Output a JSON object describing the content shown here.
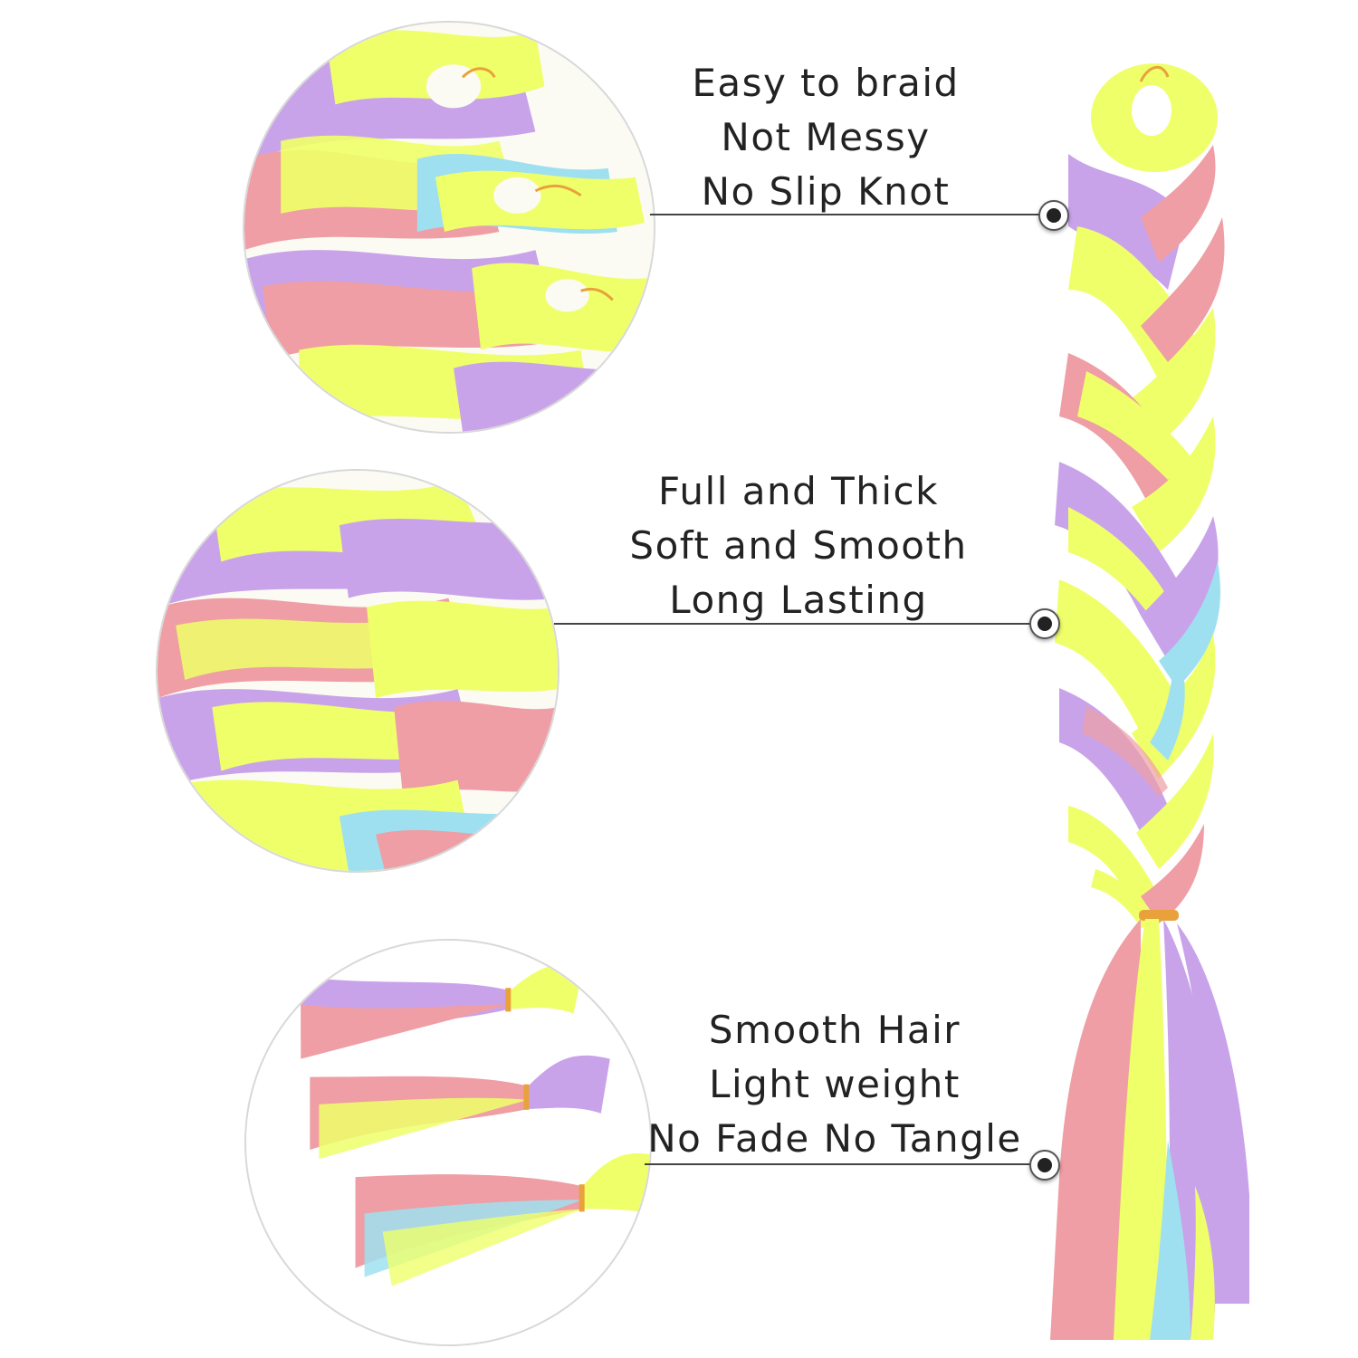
{
  "features": [
    {
      "lines": [
        "Easy to braid",
        "Not Messy",
        "No Slip Knot"
      ]
    },
    {
      "lines": [
        "Full and Thick",
        "Soft and Smooth",
        "Long Lasting"
      ]
    },
    {
      "lines": [
        "Smooth Hair",
        "Light weight",
        "No Fade No Tangle"
      ]
    }
  ],
  "colors": {
    "neon_yellow": "#efff6a",
    "lavender": "#c9a3ea",
    "pink": "#ee9ea4",
    "sky_blue": "#9fe0f0",
    "band_orange": "#e9a23b",
    "text": "#222222",
    "line": "#444444"
  }
}
